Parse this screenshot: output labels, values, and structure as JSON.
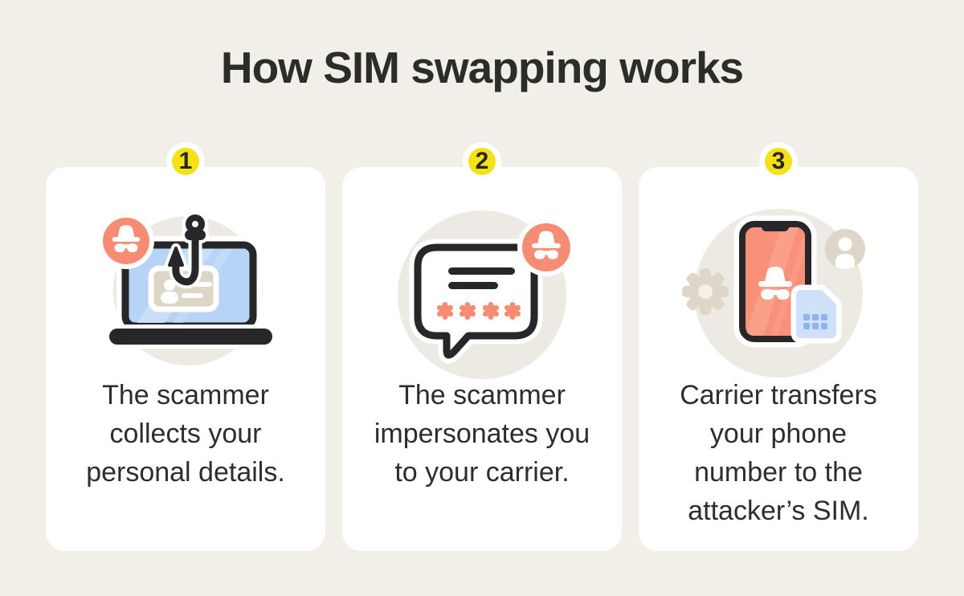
{
  "page": {
    "title": "How SIM swapping works"
  },
  "steps": [
    {
      "number": "1",
      "icon": "laptop-phishing-icon",
      "caption": "The scammer\ncollects your\npersonal details."
    },
    {
      "number": "2",
      "icon": "message-password-icon",
      "caption": "The scammer\nimpersonates you\nto your carrier."
    },
    {
      "number": "3",
      "icon": "phone-sim-transfer-icon",
      "caption": "Carrier transfers\nyour phone\nnumber to the\nattacker’s SIM."
    }
  ],
  "colors": {
    "background": "#F2EFE9",
    "card": "#FFFFFF",
    "step_badge_yellow": "#F5E216",
    "scammer_coral": "#F78C75",
    "outline_dark": "#27272A",
    "text": "#2C2E2D",
    "icon_circle_beige": "#EDEAE3",
    "laptop_screen_blue": "#B7D3F6",
    "id_card_beige": "#DDD5C6",
    "phone_screen_coral": "#F8907A",
    "sim_blue": "#CFE0F8",
    "sim_contacts_blue": "#8CB5EE",
    "gear_person_beige": "#DED7C9"
  }
}
